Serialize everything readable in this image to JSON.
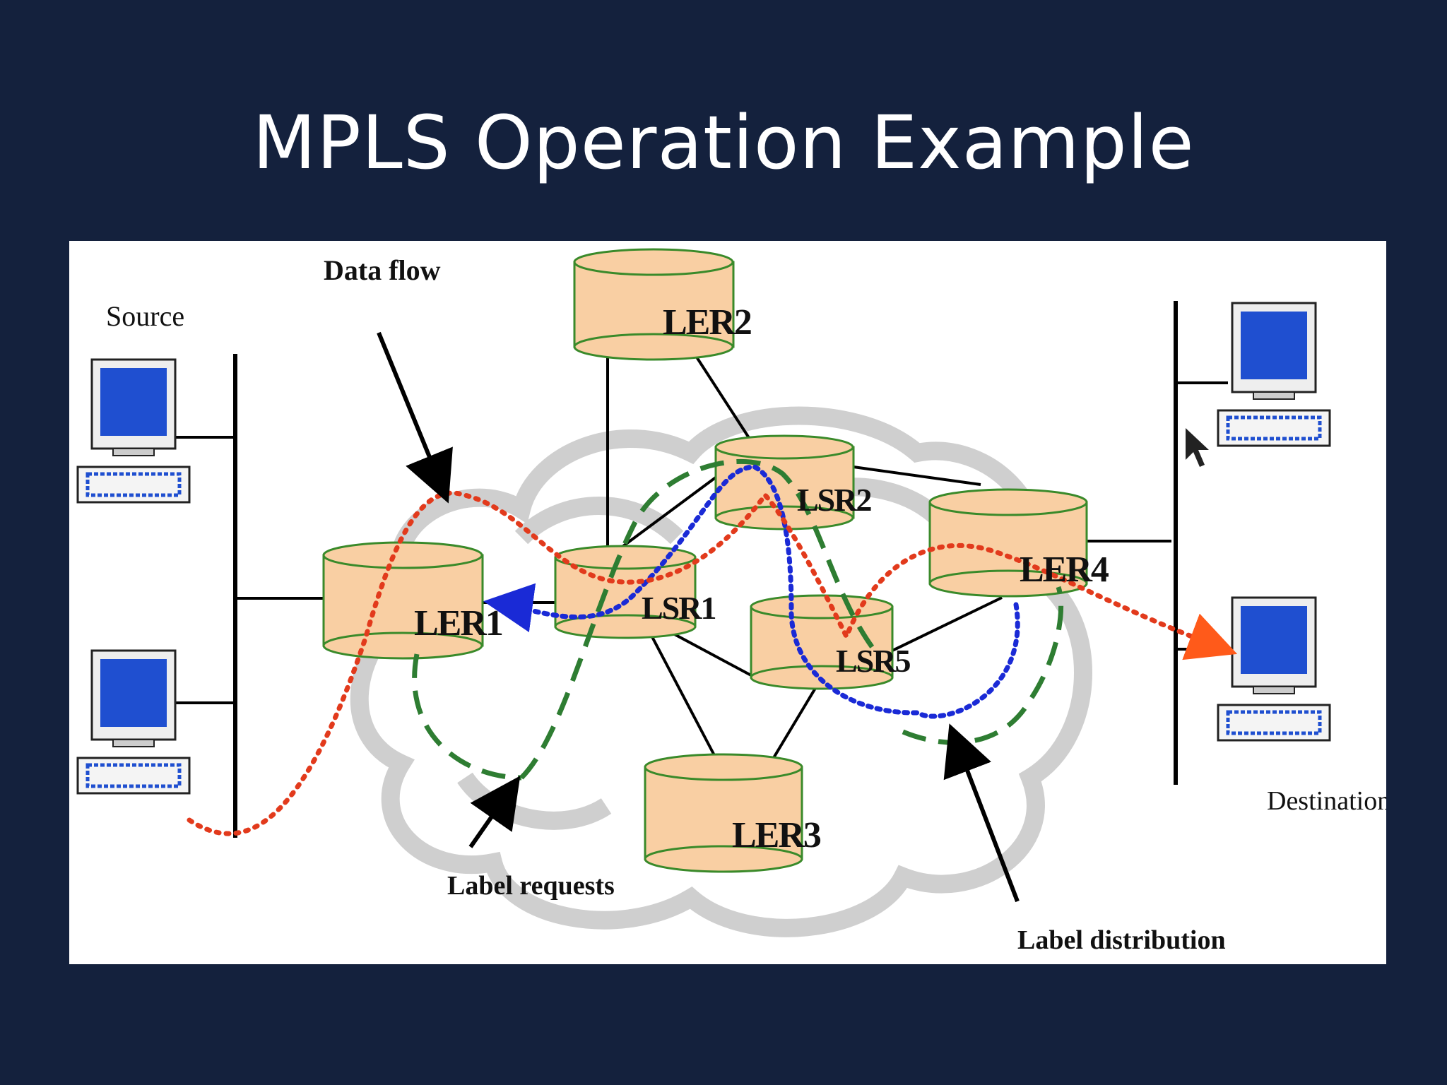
{
  "slide": {
    "title": "MPLS Operation Example"
  },
  "diagram": {
    "nodes": {
      "ler1": "LER1",
      "ler2": "LER2",
      "ler3": "LER3",
      "ler4": "LER4",
      "lsr1": "LSR1",
      "lsr2": "LSR2",
      "lsr5": "LSR5"
    },
    "labels": {
      "source": "Source",
      "destination": "Destination",
      "data_flow": "Data flow",
      "label_requests": "Label requests",
      "label_distribution": "Label distribution"
    },
    "colors": {
      "background": "#14213d",
      "router_fill": "#f9cfa3",
      "router_stroke": "#3a8a2a",
      "data_flow": "#e23a1c",
      "label_requests": "#2e7d32",
      "label_distribution": "#1a2ad6",
      "cloud": "#c9c9c9",
      "screen": "#1f4fd0"
    }
  }
}
